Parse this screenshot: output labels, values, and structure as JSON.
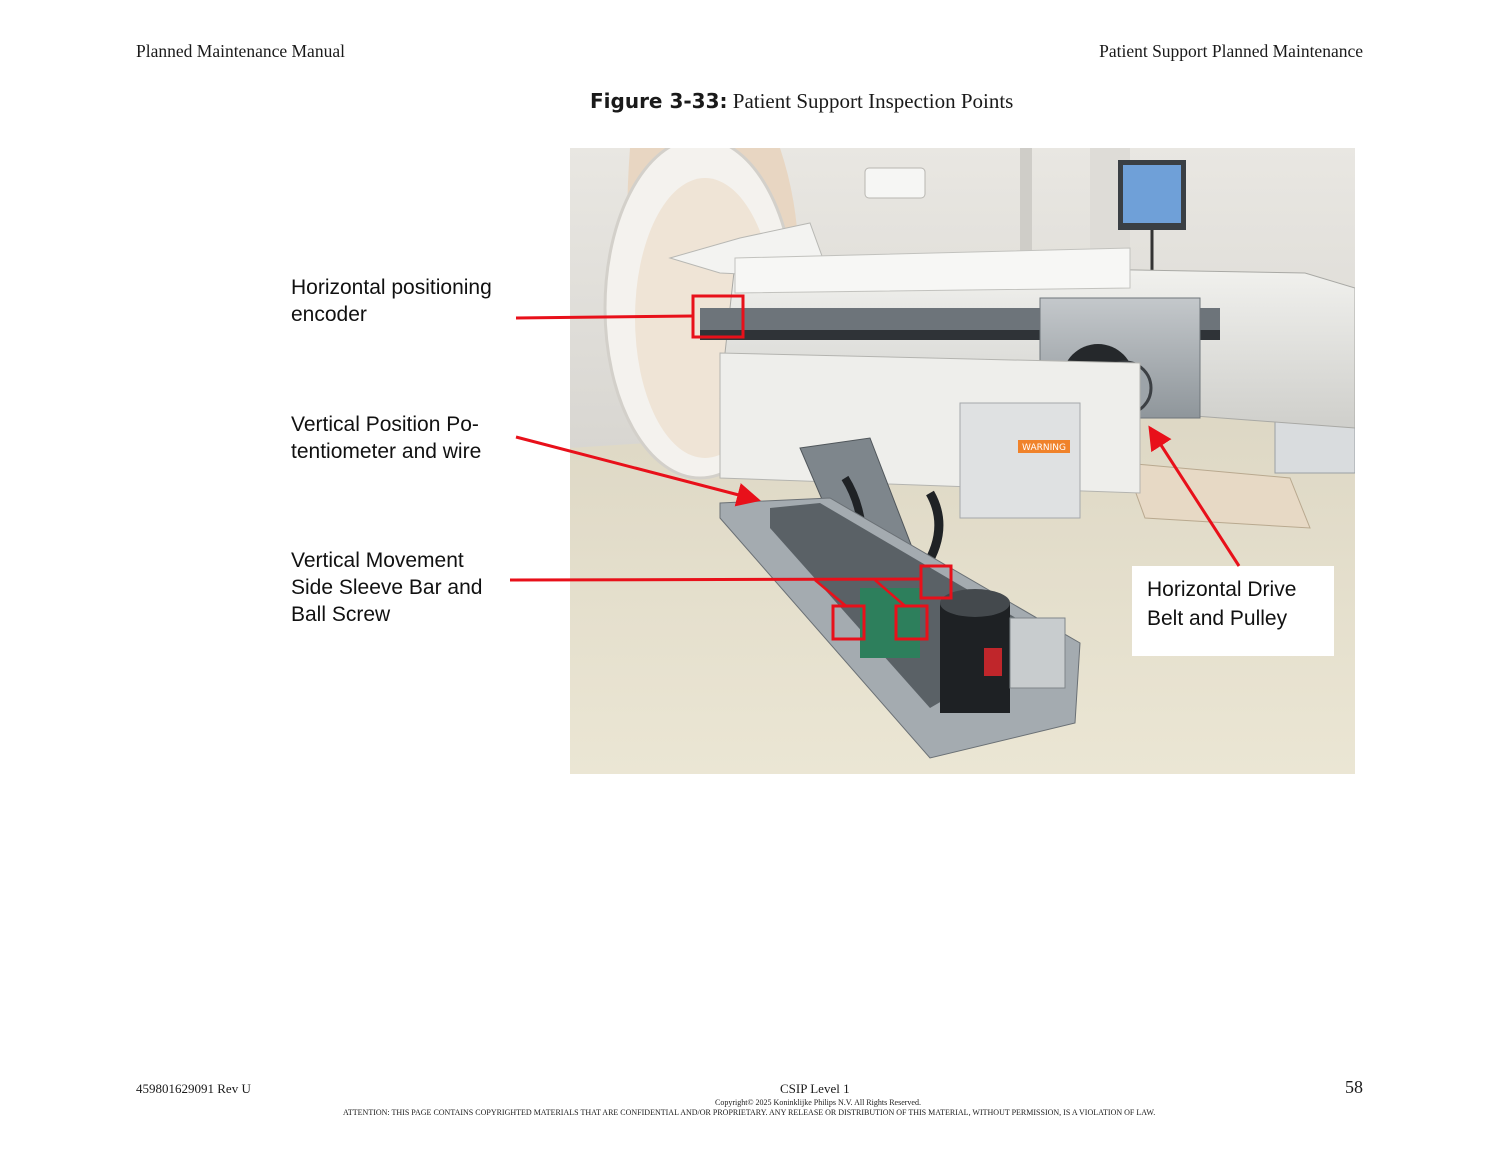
{
  "header": {
    "left": "Planned Maintenance Manual",
    "right": "Patient Support Planned Maintenance"
  },
  "figure": {
    "number": "Figure 3-33:",
    "title": "Patient Support Inspection Points"
  },
  "callouts": {
    "encoder": [
      "Horizontal positioning",
      "encoder"
    ],
    "potentiometer": [
      "Vertical Position Po-",
      "tentiometer and wire"
    ],
    "side_sleeve": [
      "Vertical Movement",
      "Side Sleeve Bar and",
      "Ball Screw"
    ],
    "drive_belt": [
      "Horizontal Drive",
      "Belt and Pulley"
    ]
  },
  "photo_labels": {
    "warning": "WARNING"
  },
  "colors": {
    "annotation_red": "#e8101a"
  },
  "footer": {
    "doc_number": "459801629091 Rev U",
    "level": "CSIP Level 1",
    "page_number": "58",
    "copyright": "Copyright© 2025 Koninklijke Philips N.V. All Rights Reserved.",
    "attention": "ATTENTION:  THIS PAGE CONTAINS COPYRIGHTED MATERIALS THAT ARE CONFIDENTIAL AND/OR PROPRIETARY. ANY RELEASE OR DISTRIBUTION OF THIS MATERIAL, WITHOUT PERMISSION, IS A VIOLATION OF LAW."
  }
}
